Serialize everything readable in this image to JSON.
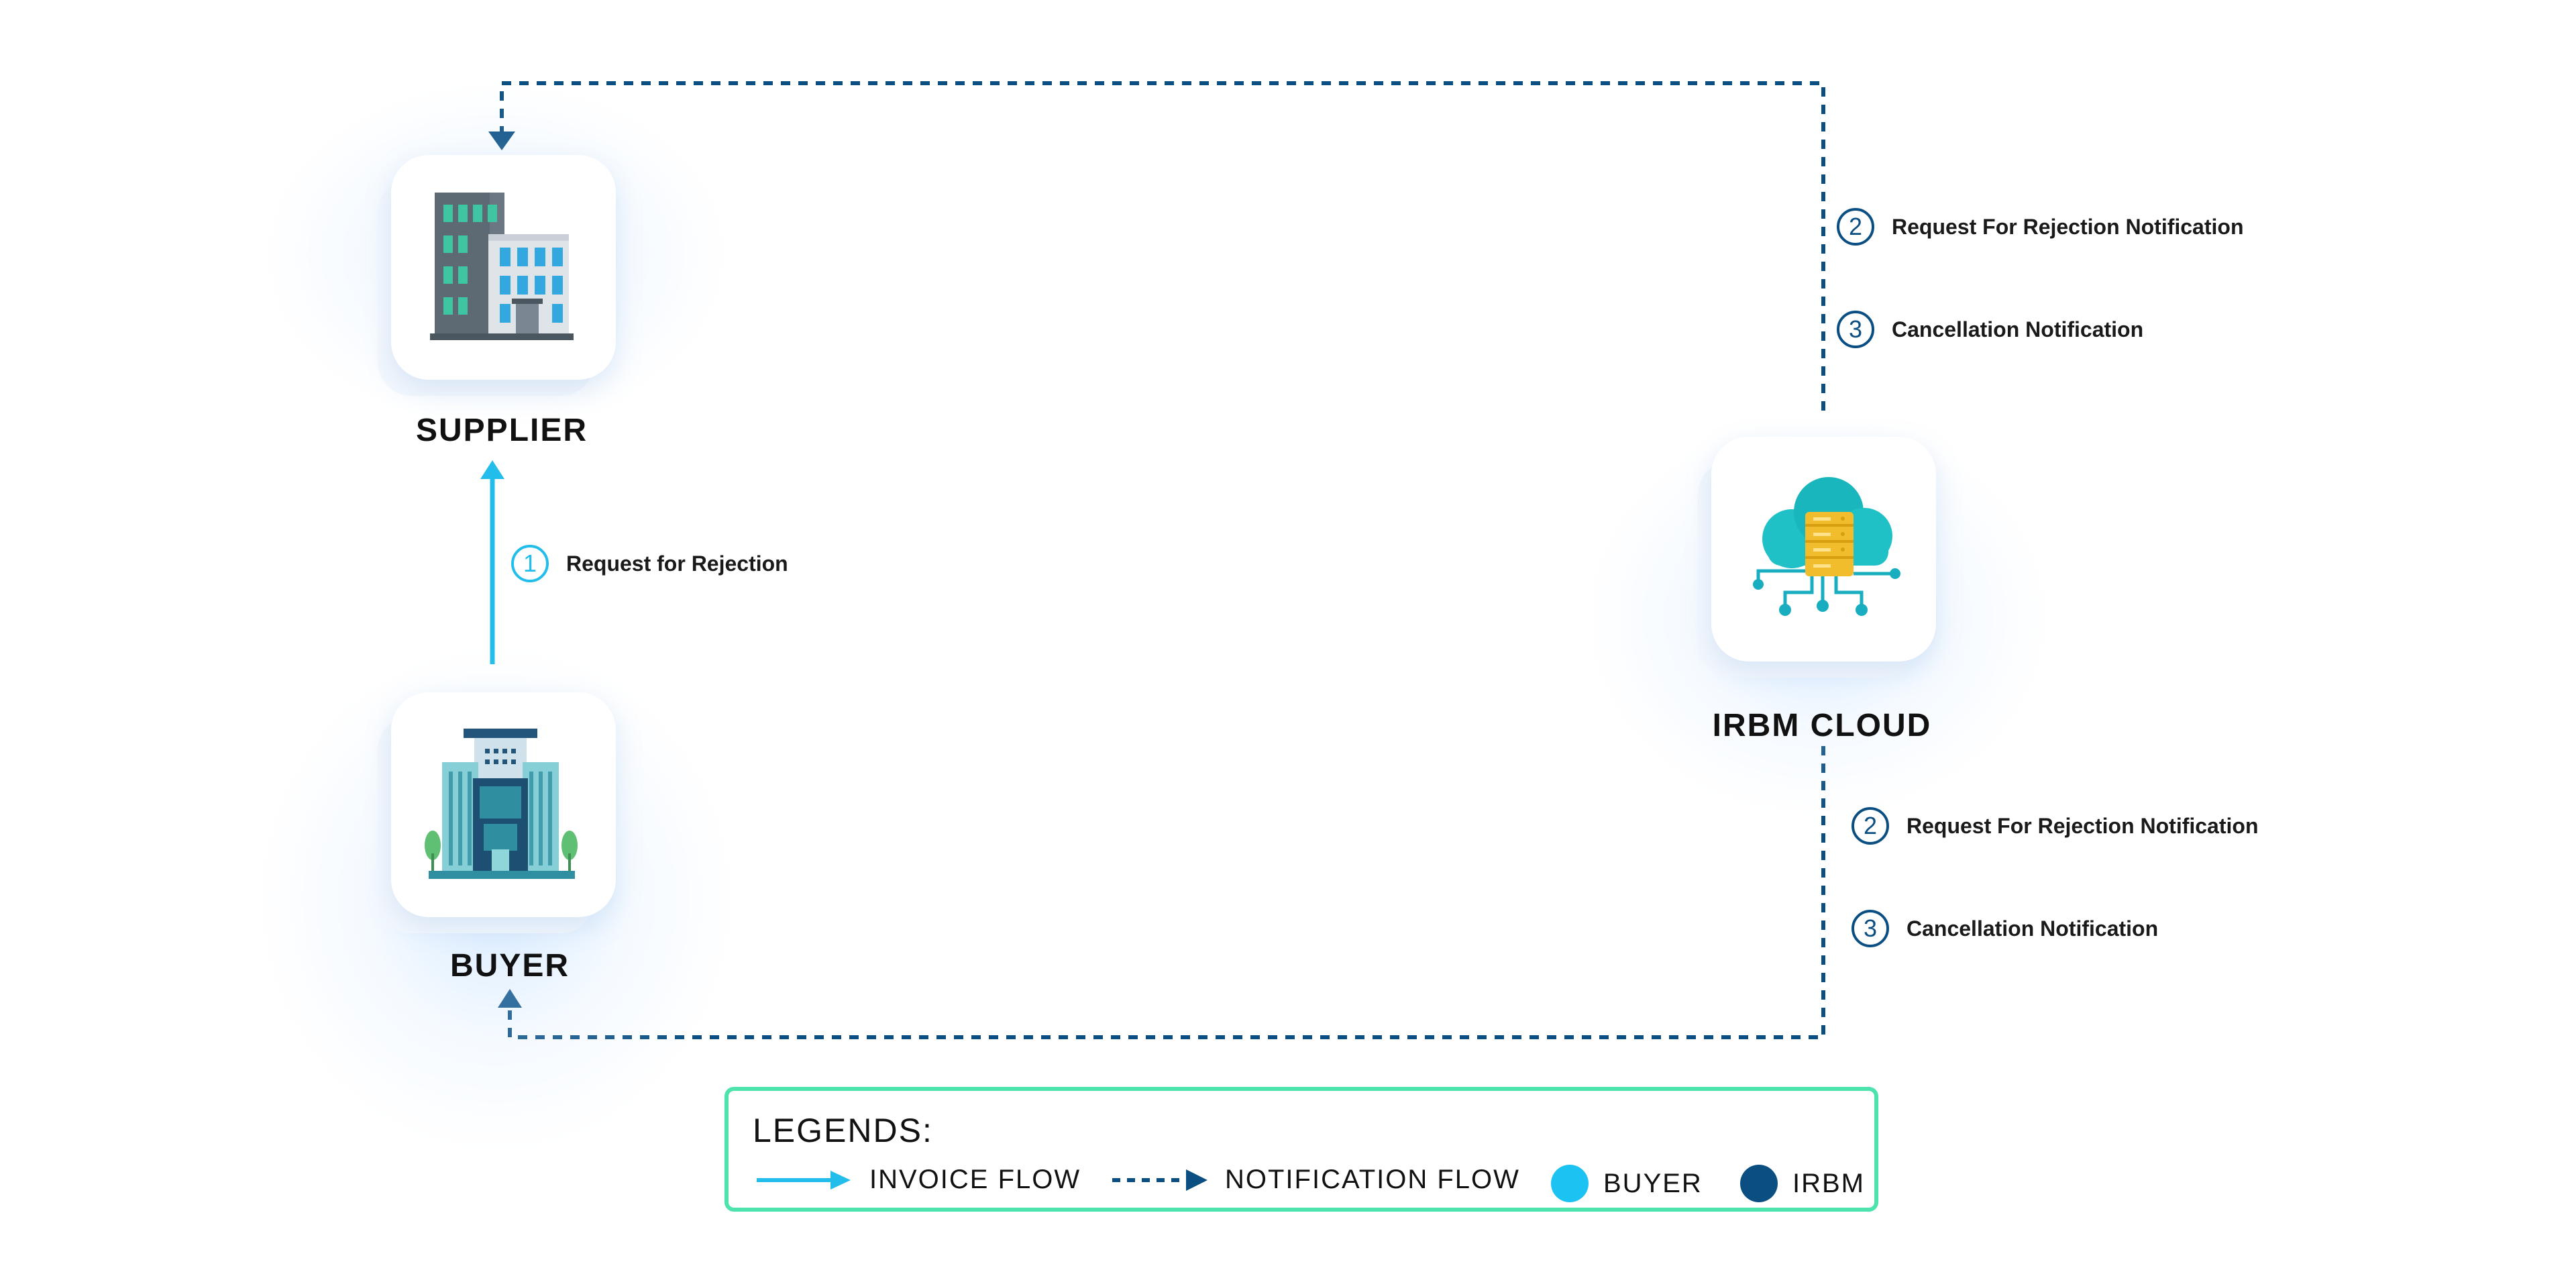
{
  "nodes": {
    "supplier": {
      "label": "SUPPLIER"
    },
    "buyer": {
      "label": "BUYER"
    },
    "irbm": {
      "label": "IRBM CLOUD"
    }
  },
  "flows": {
    "invoice": {
      "step": "1",
      "text": "Request for Rejection"
    },
    "notify_supplier": [
      {
        "step": "2",
        "text": "Request For Rejection Notification"
      },
      {
        "step": "3",
        "text": "Cancellation Notification"
      }
    ],
    "notify_buyer": [
      {
        "step": "2",
        "text": "Request For Rejection Notification"
      },
      {
        "step": "3",
        "text": "Cancellation Notification"
      }
    ]
  },
  "legend": {
    "title": "LEGENDS:",
    "items": [
      {
        "label": "INVOICE FLOW"
      },
      {
        "label": "NOTIFICATION FLOW"
      },
      {
        "label": "BUYER"
      },
      {
        "label": "IRBM"
      }
    ]
  },
  "colors": {
    "invoice_flow": "#22bdea",
    "notification_flow": "#0b4f82",
    "buyer": "#1cc3f2",
    "irbm": "#0b4f82",
    "legend_border": "#4de3ad"
  },
  "icons": {
    "supplier": "office-building-icon",
    "buyer": "corporate-building-icon",
    "irbm": "cloud-server-icon"
  }
}
